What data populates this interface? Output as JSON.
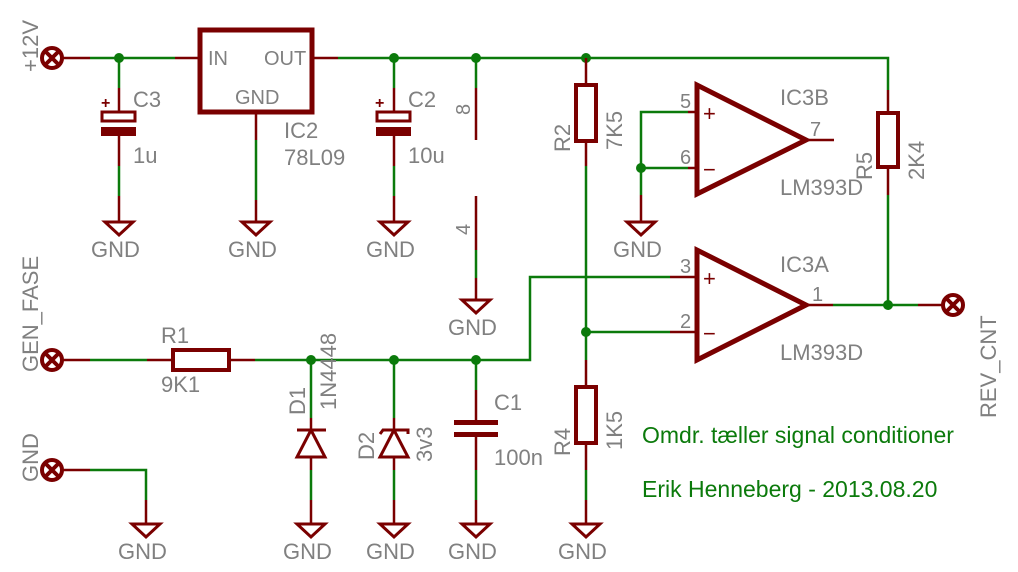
{
  "schematic": {
    "ports": {
      "v12": "+12V",
      "gen_fase": "GEN_FASE",
      "gnd": "GND",
      "rev_cnt": "REV_CNT"
    },
    "gnd_label": "GND",
    "regulator": {
      "name": "IC2",
      "value": "78L09",
      "pin_in": "IN",
      "pin_out": "OUT",
      "pin_gnd": "GND"
    },
    "c3": {
      "name": "C3",
      "value": "1u",
      "polarity": "+"
    },
    "c2": {
      "name": "C2",
      "value": "10u",
      "polarity": "+"
    },
    "c1": {
      "name": "C1",
      "value": "100n"
    },
    "r1": {
      "name": "R1",
      "value": "9K1"
    },
    "r2": {
      "name": "R2",
      "value": "7K5"
    },
    "r4": {
      "name": "R4",
      "value": "1K5"
    },
    "r5": {
      "name": "R5",
      "value": "2K4"
    },
    "d1": {
      "name": "D1",
      "value": "1N4448"
    },
    "d2": {
      "name": "D2",
      "value": "3v3"
    },
    "ic3_power": {
      "pin_vcc": "8",
      "pin_gnd": "4"
    },
    "ic3b": {
      "name": "IC3B",
      "value": "LM393D",
      "pin_plus": "5",
      "pin_minus": "6",
      "pin_out": "7",
      "plus_sign": "+",
      "minus_sign": "−"
    },
    "ic3a": {
      "name": "IC3A",
      "value": "LM393D",
      "pin_plus": "3",
      "pin_minus": "2",
      "pin_out": "1",
      "plus_sign": "+",
      "minus_sign": "−"
    },
    "notes": {
      "title": "Omdr. tæller signal conditioner",
      "author": "Erik Henneberg - 2013.08.20"
    },
    "colors": {
      "wire": "#0b7a0b",
      "symbol": "#7a0000",
      "label": "#808080"
    }
  }
}
